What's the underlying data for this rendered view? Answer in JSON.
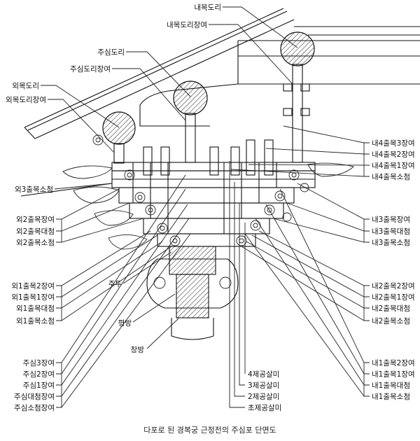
{
  "caption": "다포로 된 경복궁 근정전의 주심포 단면도",
  "labels": {
    "top_right": [
      "내목도리",
      "내목도리장여"
    ],
    "center_top": [
      "주심도리",
      "주심도리장여"
    ],
    "left_top": [
      "외목도리",
      "외목도리장여"
    ],
    "right_group_1": [
      "내4출목3장여",
      "내4출목2장여",
      "내4출목1장여",
      "내4출목소첨"
    ],
    "left_single": "외3출목소첨",
    "left_group_2": [
      "외2출목장여",
      "외2출목대첨",
      "외2출목소첨"
    ],
    "right_group_2": [
      "내3출목장여",
      "내3출목대첨",
      "내3출목소첨"
    ],
    "left_group_1": [
      "외1출목2장여",
      "외1출목1장여",
      "외1출목대첨",
      "외1출목소첨"
    ],
    "center_ju_du": "주두",
    "right_group_3": [
      "내2출목2장여",
      "내2출목1장여",
      "내2출목대첨",
      "내2출목소첨"
    ],
    "center_pyeongbang": "평방",
    "center_changbang": "창방",
    "left_group_ju": [
      "주심3장여",
      "주심2장여",
      "주심1장여",
      "주심대첨장여",
      "주심소첨장여"
    ],
    "center_bottom": [
      "4제공살미",
      "3제공살미",
      "2제공살미",
      "초제공살미"
    ],
    "right_group_4": [
      "내1출목2장여",
      "내1출목1장여",
      "내1출목대첨",
      "내1출목소첨"
    ]
  }
}
